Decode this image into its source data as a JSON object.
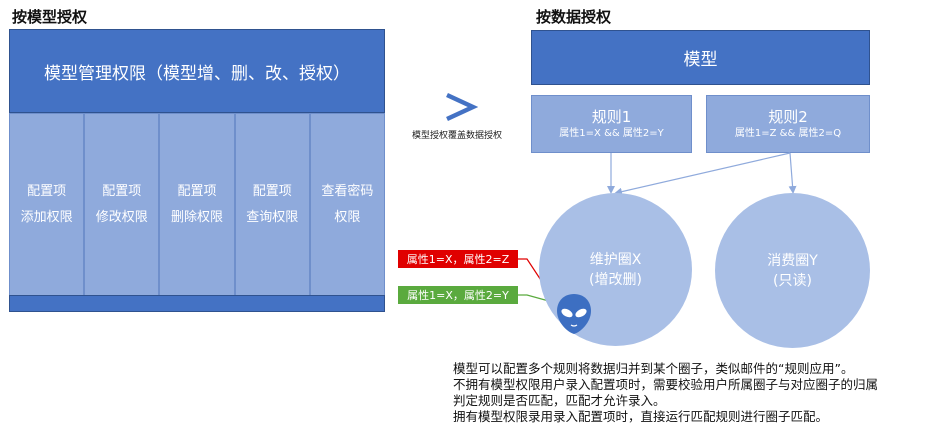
{
  "left_section": {
    "title": "按模型授权",
    "header": "模型管理权限（模型增、删、改、授权）",
    "columns": [
      {
        "line1": "配置项",
        "line2": "添加权限"
      },
      {
        "line1": "配置项",
        "line2": "修改权限"
      },
      {
        "line1": "配置项",
        "line2": "删除权限"
      },
      {
        "line1": "配置项",
        "line2": "查询权限"
      },
      {
        "line1": "查看密码",
        "line2": "权限"
      }
    ]
  },
  "comparison": {
    "symbol": ">",
    "label": "模型授权覆盖数据授权"
  },
  "right_section": {
    "title": "按数据授权",
    "model": "模型",
    "rules": [
      {
        "title": "规则1",
        "condition": "属性1=X && 属性2=Y"
      },
      {
        "title": "规则2",
        "condition": "属性1=Z && 属性2=Q"
      }
    ],
    "circles": [
      {
        "line1": "维护圈X",
        "line2": "(增改删)"
      },
      {
        "line1": "消费圈Y",
        "line2": "(只读)"
      }
    ],
    "tags": {
      "red": "属性1=X，属性2=Z",
      "green": "属性1=X，属性2=Y"
    }
  },
  "description": [
    "模型可以配置多个规则将数据归并到某个圈子，类似邮件的“规则应用”。",
    "不拥有模型权限用户录入配置项时，需要校验用户所属圈子与对应圈子的归属",
    "判定规则是否匹配，匹配才允许录入。",
    "拥有模型权限录用录入配置项时，直接运行匹配规则进行圈子匹配。"
  ],
  "colors": {
    "primary_blue": "#4472c4",
    "light_blue": "#8faadc",
    "circle_blue": "#a9bfe6",
    "reject_red": "#e00000",
    "accept_green": "#5aaa3e"
  },
  "icons": {
    "comparison": "greater-than-chevron",
    "user": "alien-head-icon"
  }
}
